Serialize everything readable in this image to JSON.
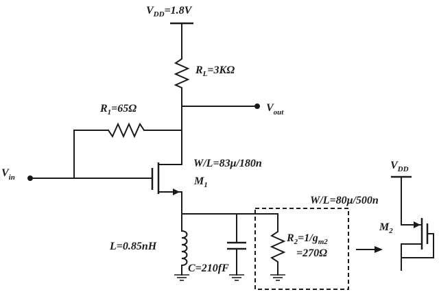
{
  "labels": {
    "vdd_top": {
      "main": "V",
      "sub": "DD",
      "rest": "=1.8V"
    },
    "rl": {
      "main": "R",
      "sub": "L",
      "rest": "=3KΩ"
    },
    "r1": {
      "main": "R",
      "sub": "1",
      "rest": "=65Ω"
    },
    "vout": {
      "main": "V",
      "sub": "out"
    },
    "vin": {
      "main": "V",
      "sub": "in"
    },
    "wl_m1": "W/L=83μ/180n",
    "m1": {
      "main": "M",
      "sub": "1"
    },
    "l": "L=0.85nH",
    "c": "C=210fF",
    "r2_line1": {
      "main": "R",
      "sub1": "2",
      "mid": "=1/g",
      "sub2": "m2"
    },
    "r2_line2": "=270Ω",
    "vdd_right": {
      "main": "V",
      "sub": "DD"
    },
    "wl_m2": "W/L=80μ/500n",
    "m2": {
      "main": "M",
      "sub": "2"
    }
  }
}
